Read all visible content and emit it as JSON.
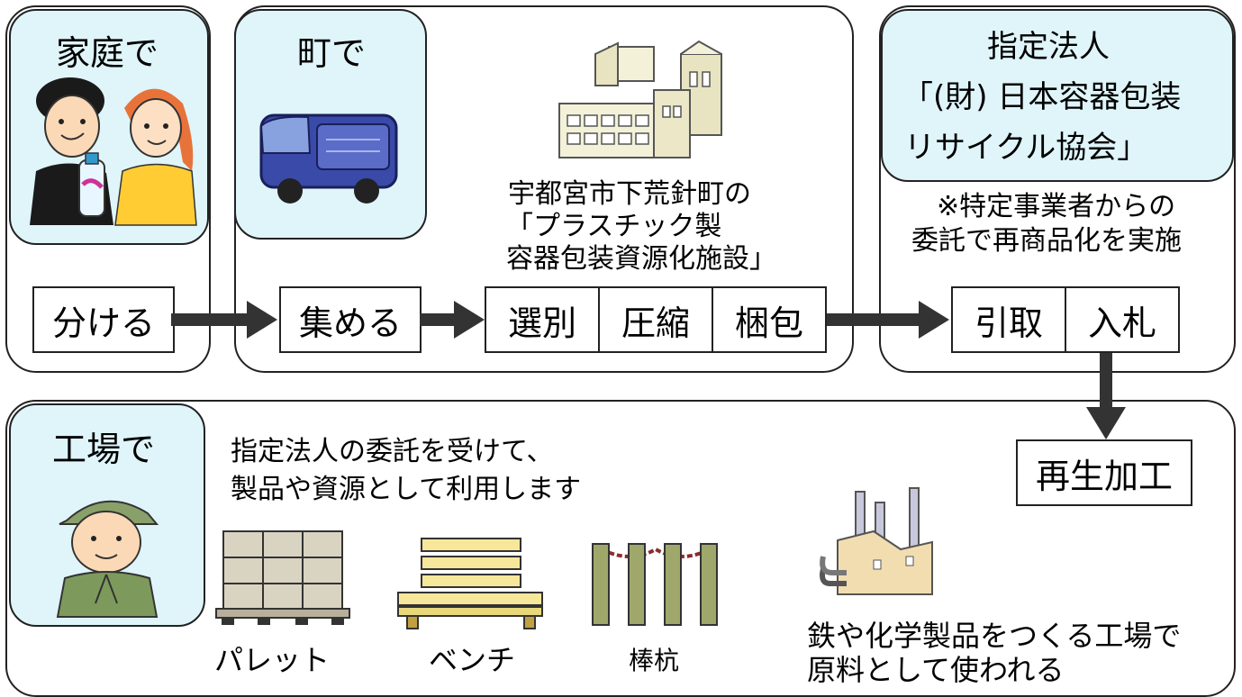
{
  "home": {
    "title": "家庭で",
    "action": "分ける"
  },
  "town": {
    "title": "町で",
    "action": "集める",
    "facility_lines": [
      "宇都宮市下荒針町の",
      "「プラスチック製",
      "容器包装資源化施設」"
    ],
    "steps": [
      "選別",
      "圧縮",
      "梱包"
    ]
  },
  "designated": {
    "title_lines": [
      "指定法人",
      "「(財) 日本容器包装",
      "リサイクル協会」"
    ],
    "note_lines": [
      "※特定事業者からの",
      "委託で再商品化を実施"
    ],
    "steps": [
      "引取",
      "入札"
    ]
  },
  "factory": {
    "title": "工場で",
    "desc_lines": [
      "指定法人の委託を受けて、",
      "製品や資源として利用します"
    ],
    "process": "再生加工",
    "products": [
      "パレット",
      "ベンチ",
      "棒杭"
    ],
    "industry_lines": [
      "鉄や化学製品をつくる工場で",
      "原料として使われる"
    ]
  },
  "colors": {
    "tab_bg": "#dff5fa",
    "arrow": "#333333",
    "border": "#222222"
  }
}
